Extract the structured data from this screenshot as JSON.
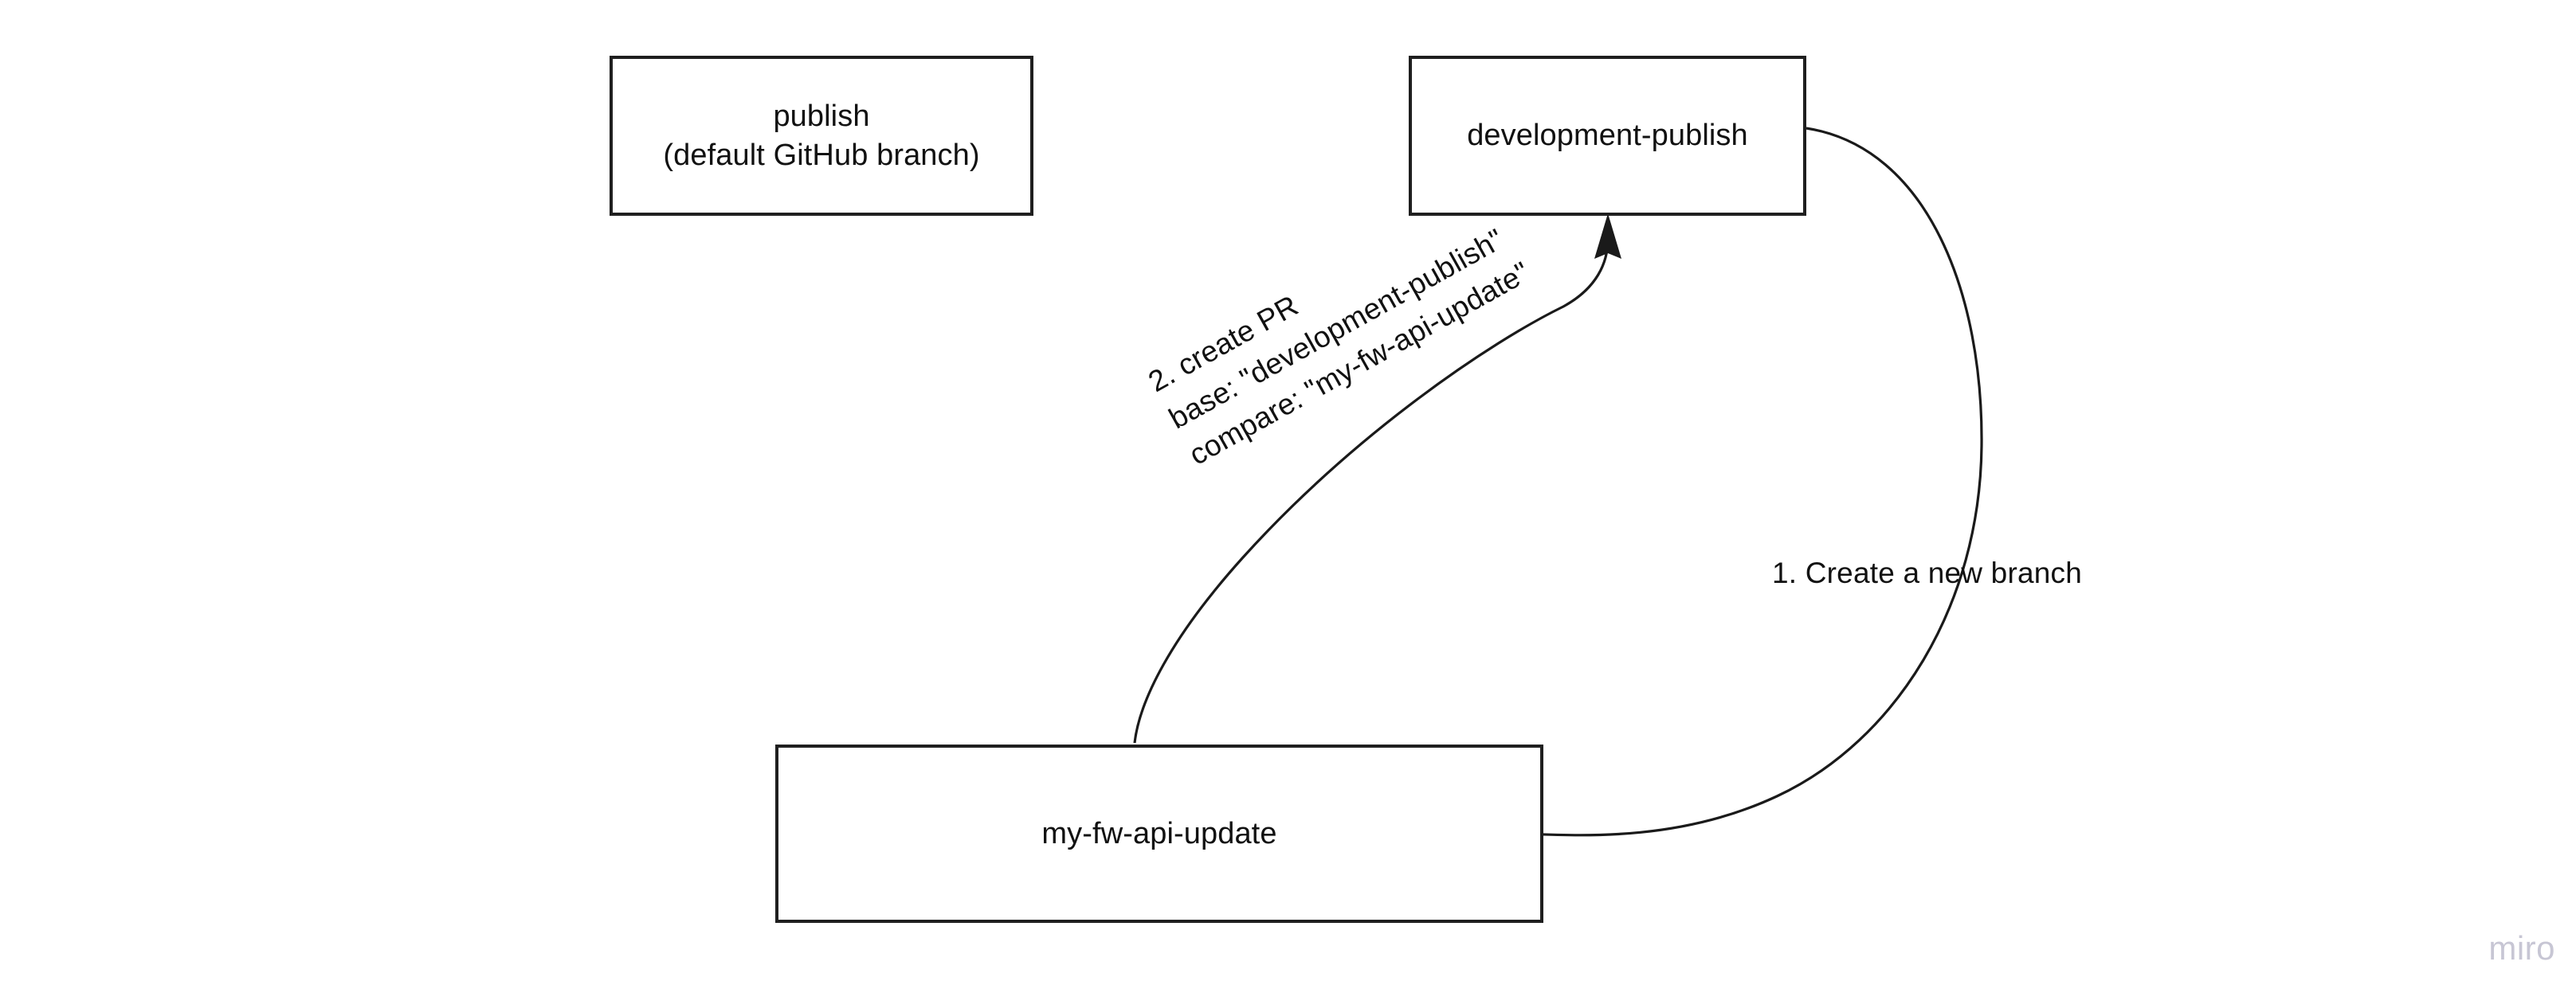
{
  "diagram": {
    "title": "GitHub branch and pull request workflow",
    "background_color": "#ffffff",
    "stroke_color": "#1a1a1a",
    "text_color": "#111111",
    "nodes": [
      {
        "id": "publish",
        "label": "publish\n(default GitHub branch)",
        "shape": "rectangle"
      },
      {
        "id": "development-publish",
        "label": "development-publish",
        "shape": "rectangle"
      },
      {
        "id": "my-fw-api-update",
        "label": "my-fw-api-update",
        "shape": "rectangle"
      }
    ],
    "edges": [
      {
        "id": "create-branch",
        "from": "development-publish",
        "to": "my-fw-api-update",
        "label": "1. Create a new branch",
        "style": "curved-arrow",
        "rotation_deg": 0
      },
      {
        "id": "create-pr",
        "from": "my-fw-api-update",
        "to": "development-publish",
        "label": "2. create PR\nbase: \"development-publish\"\ncompare: \"my-fw-api-update\"",
        "style": "curved-arrow",
        "rotation_deg": -29.2
      }
    ],
    "watermark": {
      "text": "miro",
      "color": "#c7c6d4"
    }
  }
}
